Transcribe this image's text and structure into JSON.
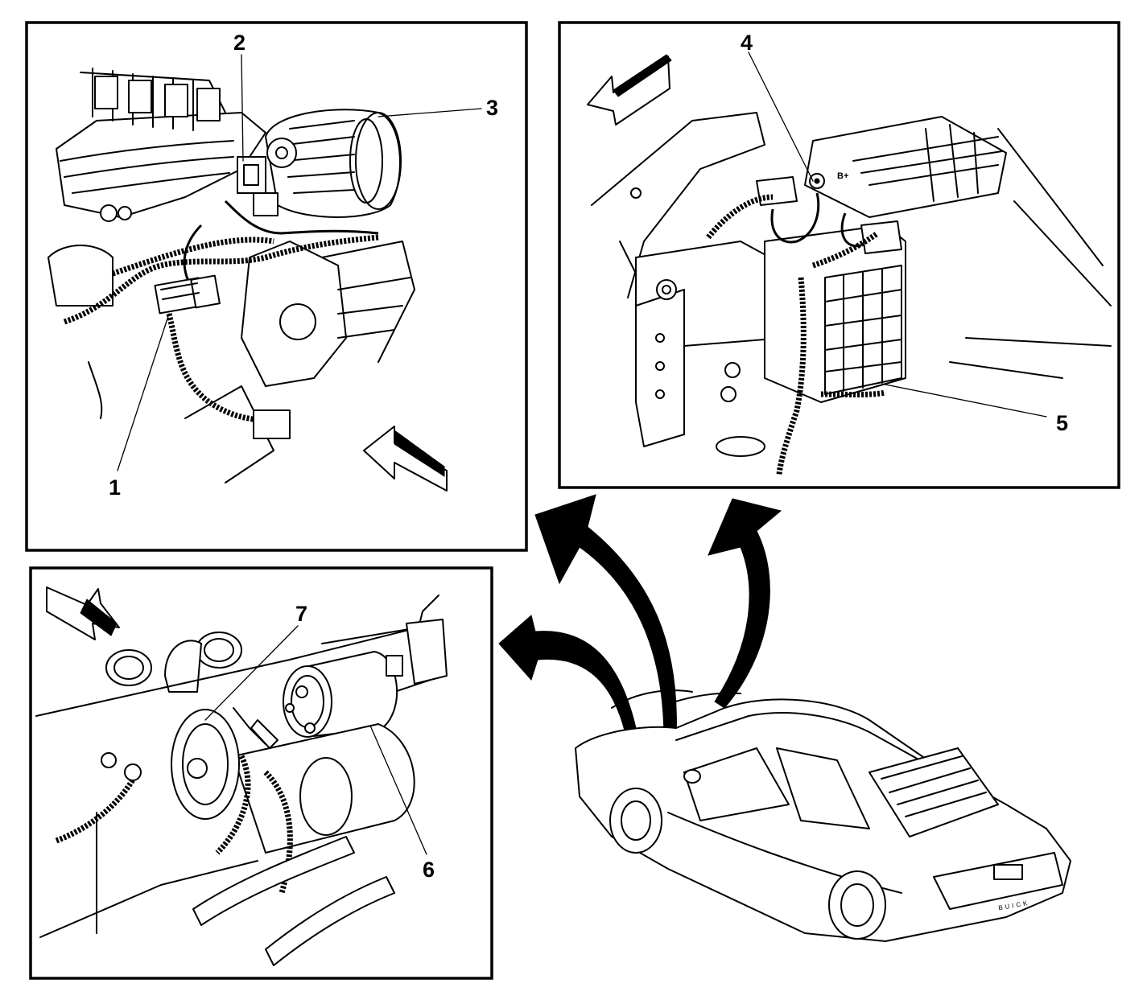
{
  "figure": {
    "panels": [
      {
        "id": "engine-top",
        "callouts": [
          "1",
          "2",
          "3"
        ]
      },
      {
        "id": "battery-area",
        "callouts": [
          "4",
          "5"
        ]
      },
      {
        "id": "starter-area",
        "callouts": [
          "6",
          "7"
        ]
      }
    ],
    "callouts": {
      "c1": "1",
      "c2": "2",
      "c3": "3",
      "c4": "4",
      "c5": "5",
      "c6": "6",
      "c7": "7"
    },
    "terminal_label": "B+",
    "vehicle_badge": "BUICK"
  }
}
